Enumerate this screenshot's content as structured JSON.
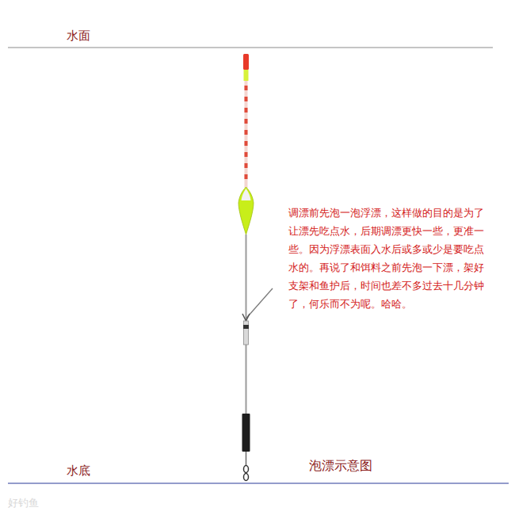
{
  "diagram": {
    "caption": "泡漂示意图",
    "labels": [
      "水面",
      "水底",
      "调漂前先泡一泡浮漂，这样做的目的是为了让漂先吃点水，后期调漂更快一些，更准一些。因为浮漂表面入水后或多或少是要吃点水的。再说了和饵料之前先泡一下漂，架好支架和鱼护后，时间也差不多过去十几分钟了，何乐而不为呢。哈哈。",
      "好钓鱼"
    ]
  }
}
